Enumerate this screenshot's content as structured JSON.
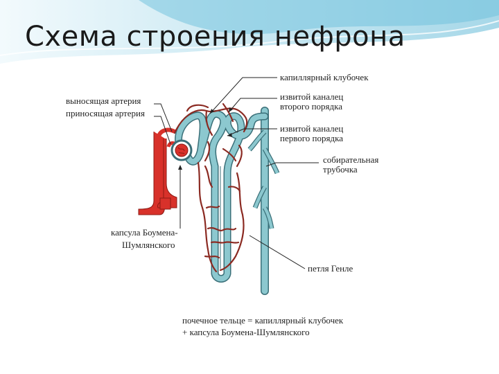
{
  "title": "Схема строения нефрона",
  "labels": {
    "capillary_glomerulus": "капиллярный клубочек",
    "efferent_artery": "выносящая артерия",
    "afferent_artery": "приносящая артерия",
    "distal_tubule_1": "извитой каналец",
    "distal_tubule_2": "второго порядка",
    "proximal_tubule_1": "извитой каналец",
    "proximal_tubule_2": "первого порядка",
    "collecting_duct_1": "собирательная",
    "collecting_duct_2": "трубочка",
    "bowman_capsule_1": "капсула Боумена-",
    "bowman_capsule_2": "Шумлянского",
    "loop_of_henle": "петля Генле"
  },
  "caption": {
    "line1": "почечное тельце = капиллярный клубочек",
    "line2": "+ капсула Боумена-Шумлянского"
  },
  "colors": {
    "header_wave": "#7ec8df",
    "tubule": "#8cc8cf",
    "tubule_outline": "#3a6f78",
    "vessel": "#d8312a",
    "capillary": "#8b2a22"
  }
}
